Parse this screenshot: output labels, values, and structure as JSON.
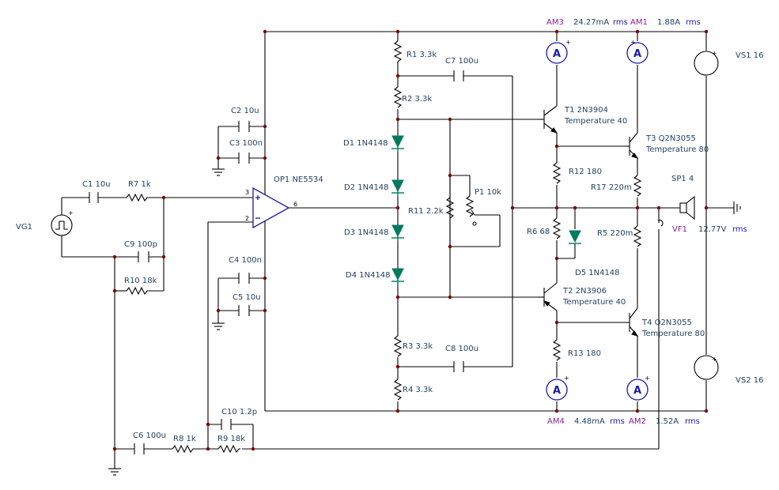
{
  "components": {
    "vg1": "VG1",
    "c1": "C1 10u",
    "r7": "R7 1k",
    "c9": "C9 100p",
    "r10": "R10 18k",
    "c2": "C2 10u",
    "c3": "C3 100n",
    "c4": "C4 100n",
    "c5": "C5 10u",
    "op1": "OP1 NE5534",
    "pin3": "3",
    "pin2": "2",
    "pin6": "6",
    "r1": "R1 3.3k",
    "r2": "R2 3.3k",
    "r3": "R3 3.3k",
    "r4": "R4 3.3k",
    "c7": "C7 100u",
    "c8": "C8 100u",
    "d1": "D1 1N4148",
    "d2": "D2 1N4148",
    "d3": "D3 1N4148",
    "d4": "D4 1N4148",
    "r11": "R11 2.2k",
    "p1": "P1 10k",
    "t1": "T1 2N3904",
    "t1_temp": "Temperature 40",
    "t2": "T2 2N3906",
    "t2_temp": "Temperature 40",
    "t3": "T3 Q2N3055",
    "t3_temp": "Temperature 80",
    "t4": "T4 Q2N3055",
    "t4_temp": "Temperature 80",
    "r12": "R12 180",
    "r13": "R13 180",
    "r6": "R6 68",
    "d5": "D5 1N4148",
    "r17": "R17 220m",
    "r5": "R5 220m",
    "sp1": "SP1 4",
    "vs1": "VS1 16",
    "vs2": "VS2 16",
    "c6": "C6 100u",
    "r8": "R8 1k",
    "r9": "R9 18k",
    "c10": "C10 1.2p"
  },
  "meters": {
    "am3": {
      "name": "AM3",
      "value": "24.27mA",
      "unit": "rms"
    },
    "am1": {
      "name": "AM1",
      "value": "1.88A",
      "unit": "rms"
    },
    "am4": {
      "name": "AM4",
      "value": "4.48mA",
      "unit": "rms"
    },
    "am2": {
      "name": "AM2",
      "value": "1.52A",
      "unit": "rms"
    },
    "vf1": {
      "name": "VF1",
      "value": "12.77V",
      "unit": "rms"
    },
    "symbol": "A"
  },
  "colors": {
    "wire": "#000000",
    "diode": "#007a5e",
    "opamp": "#1a1aa8",
    "meter_label": "#8b1a9a",
    "text": "#1f3f5f",
    "node": "#7a0000"
  }
}
